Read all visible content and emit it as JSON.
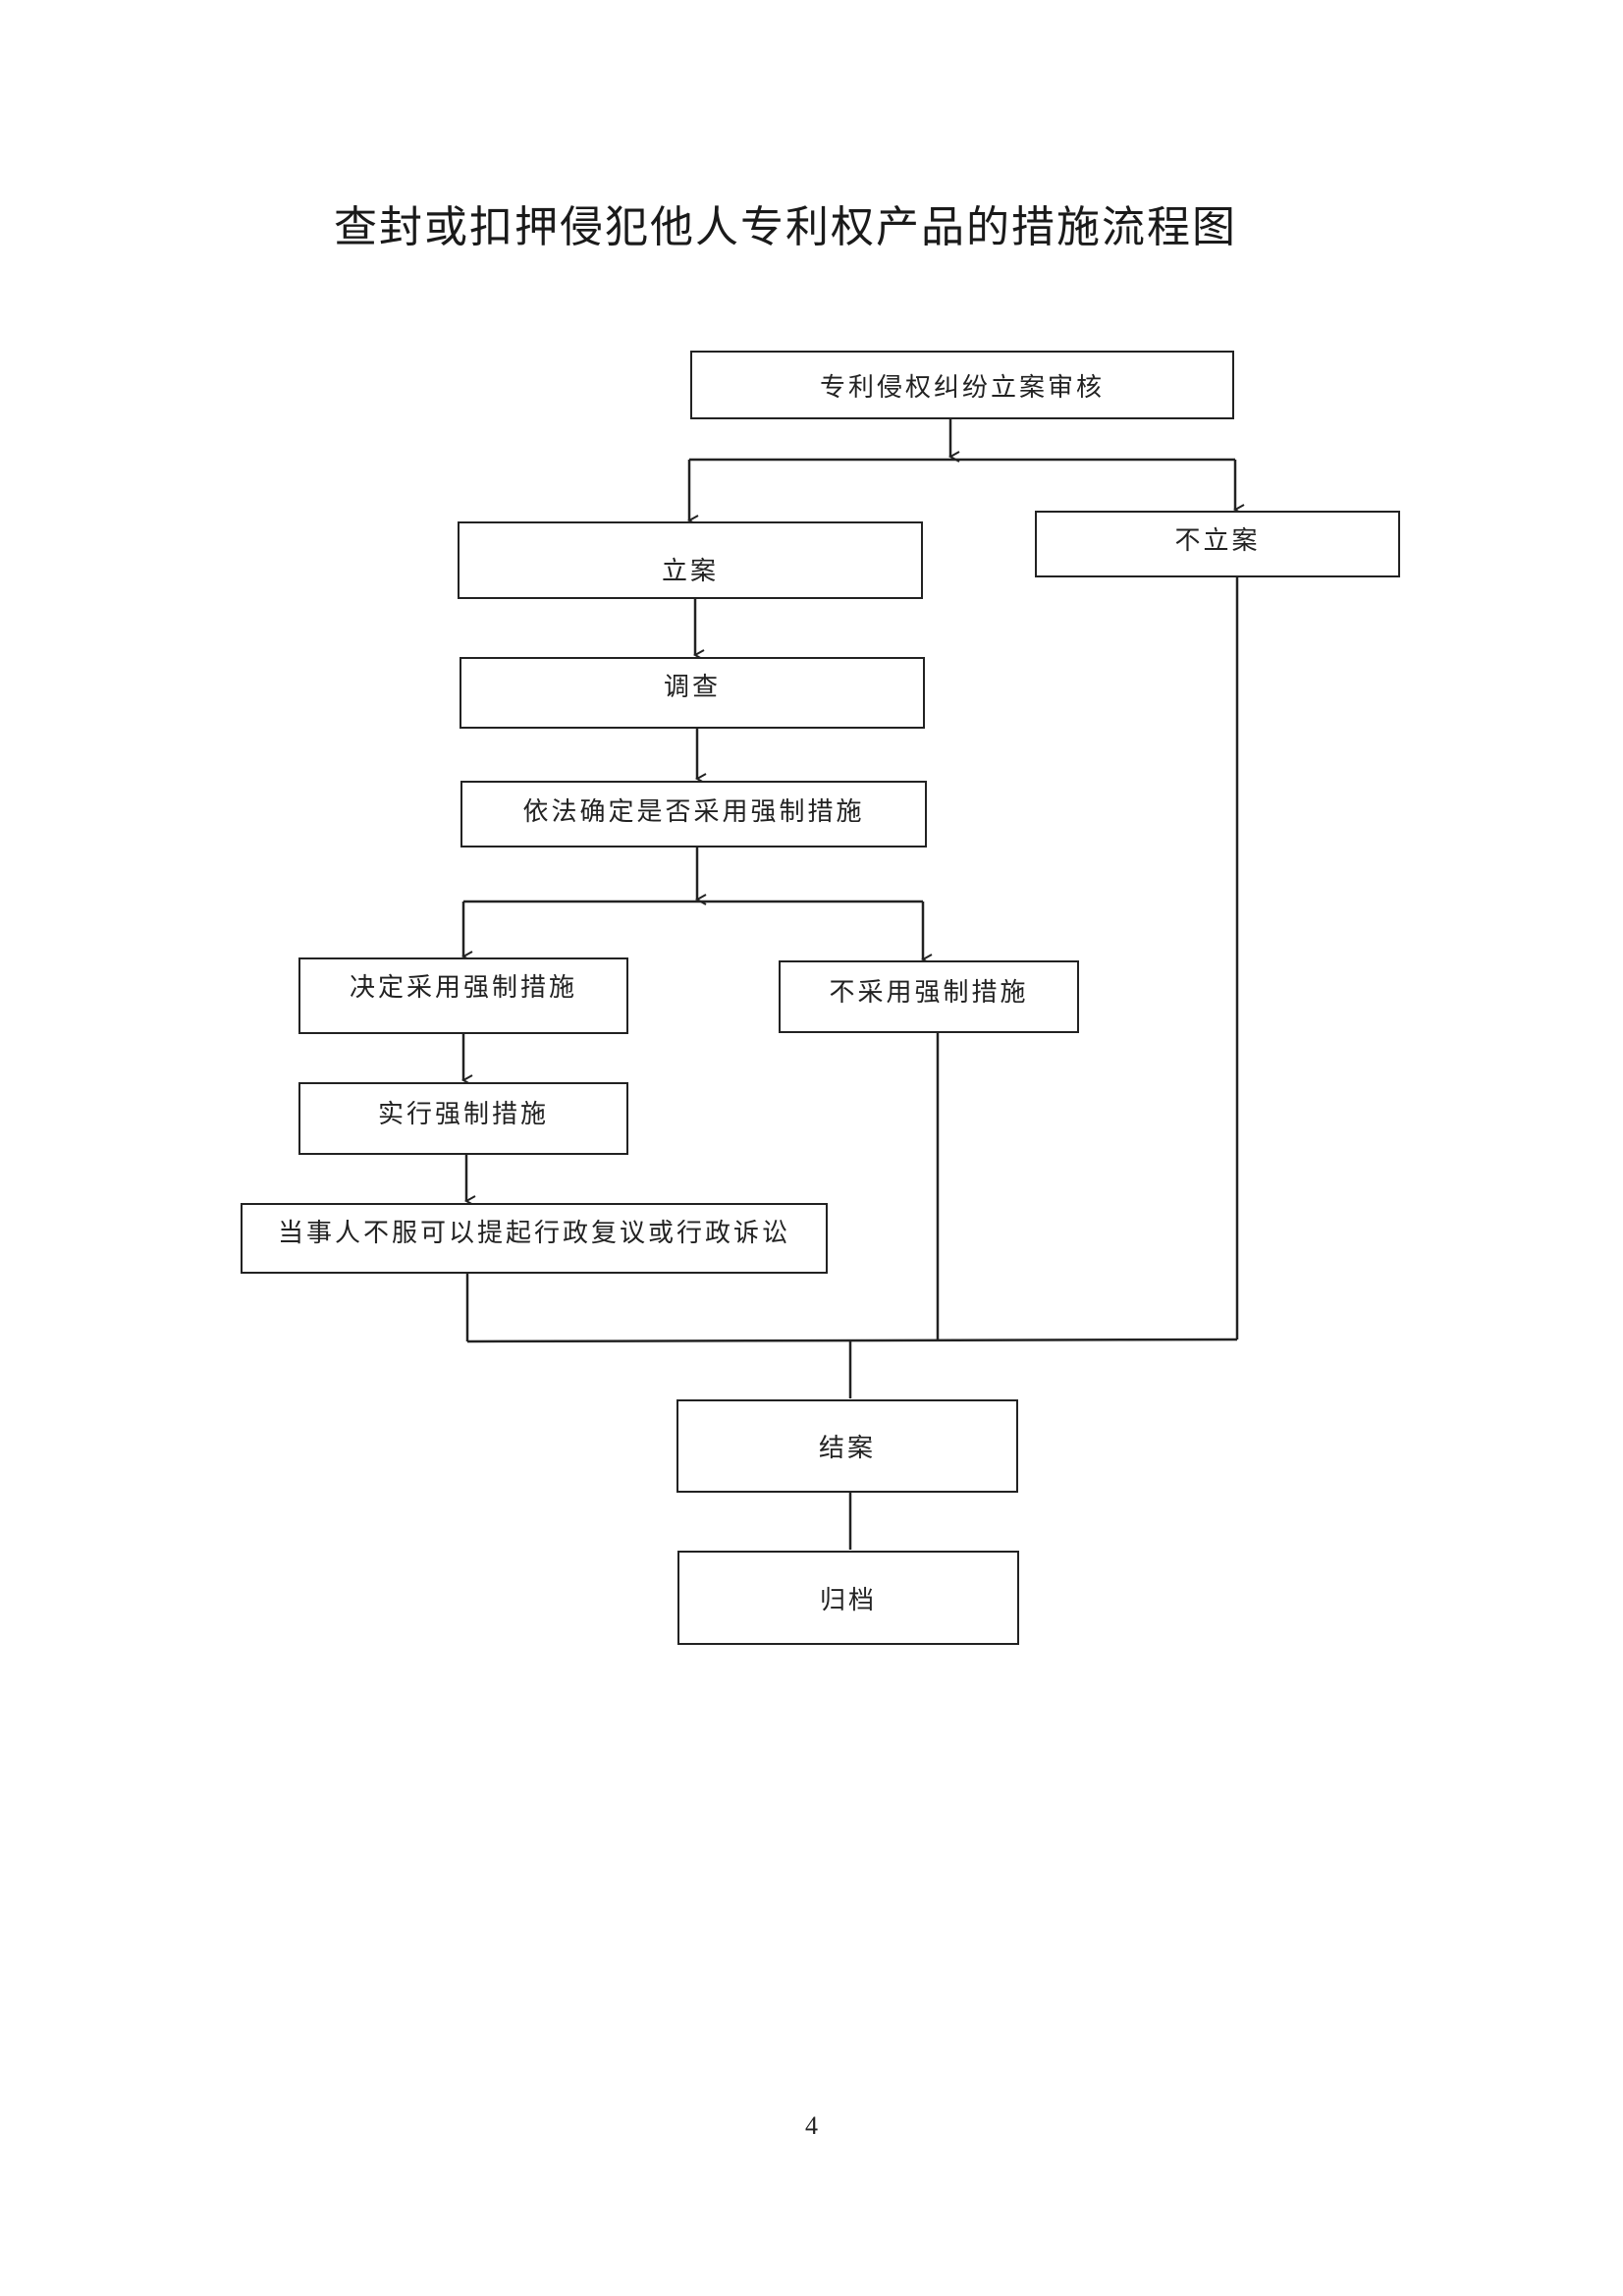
{
  "title": "查封或扣押侵犯他人专利权产品的措施流程图",
  "steps": {
    "review": "专利侵权纠纷立案审核",
    "file_case": "立案",
    "no_case": "不立案",
    "investigate": "调查",
    "decide_measures": "依法确定是否采用强制措施",
    "adopt": "决定采用强制措施",
    "not_adopt": "不采用强制措施",
    "execute": "实行强制措施",
    "appeal": "当事人不服可以提起行政复议或行政诉讼",
    "close_case": "结案",
    "archive": "归档"
  },
  "page_number": "4"
}
